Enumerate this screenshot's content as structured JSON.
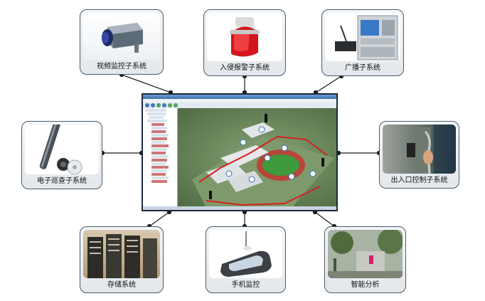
{
  "nodes": {
    "video": {
      "label": "视频监控子系统"
    },
    "intrusion": {
      "label": "入侵报警子系统"
    },
    "broadcast": {
      "label": "广播子系统"
    },
    "patrol": {
      "label": "电子巡查子系统"
    },
    "access": {
      "label": "出入口控制子系统"
    },
    "storage": {
      "label": "存储系统"
    },
    "mobile": {
      "label": "手机监控"
    },
    "analysis": {
      "label": "智能分析"
    }
  },
  "colors": {
    "connector": "#1a1a1a",
    "card_border": "#4a5a6a",
    "app_frame": "#1c2a3a",
    "alarm_marker": "#d42020"
  }
}
